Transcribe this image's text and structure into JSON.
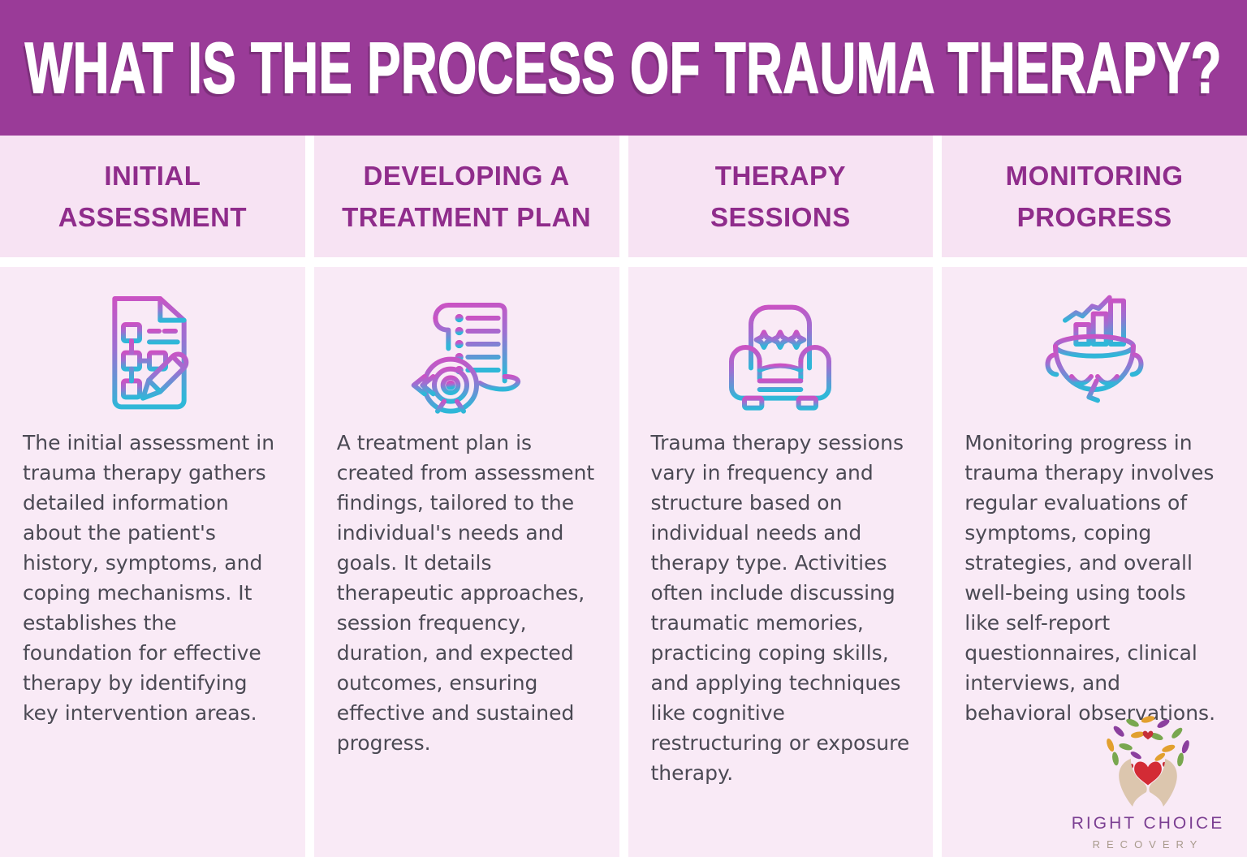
{
  "banner": {
    "title": "WHAT IS THE PROCESS OF TRAUMA THERAPY?",
    "bg_color": "#9a3b98",
    "text_color": "#ffffff"
  },
  "columns": [
    {
      "title": "INITIAL ASSESSMENT",
      "icon": "assessment-document-icon",
      "body": "The initial assessment in trauma therapy gathers detailed information about the patient's history, symptoms, and coping mechanisms. It establishes the foundation for effective therapy by identifying key intervention areas."
    },
    {
      "title": "DEVELOPING A TREATMENT PLAN",
      "icon": "treatment-plan-icon",
      "body": "A treatment plan is created from assessment findings, tailored to the individual's needs and goals. It details therapeutic approaches, session frequency, duration, and expected outcomes, ensuring effective and sustained progress."
    },
    {
      "title": "THERAPY SESSIONS",
      "icon": "therapy-armchair-icon",
      "body": "Trauma therapy sessions vary in frequency and structure based on individual needs and therapy type. Activities often include discussing traumatic memories, practicing coping skills, and applying techniques like cognitive restructuring or exposure therapy."
    },
    {
      "title": "MONITORING PROGRESS",
      "icon": "monitoring-progress-icon",
      "body": "Monitoring progress in trauma therapy involves regular evaluations of symptoms, coping strategies, and overall well-being using tools like self-report questionnaires, clinical interviews, and behavioral observations."
    }
  ],
  "logo": {
    "name": "RIGHT CHOICE",
    "subtitle": "RECOVERY"
  },
  "colors": {
    "banner_purple": "#9a3b98",
    "heading_purple": "#8f2c8b",
    "body_text": "#4b4a54",
    "header_cell_bg": "#f7e3f3",
    "body_cell_bg": "#f9eaf6",
    "separator": "#ffffff",
    "icon_gradient_top": "#cb52c3",
    "icon_gradient_mid": "#9e6fd2",
    "icon_gradient_bottom": "#2fb7d8",
    "logo_name_purple": "#7b3f92",
    "logo_subtitle_tan": "#a89a8c",
    "logo_heart_red": "#d32b35",
    "logo_hands_tan": "#dcc6ae"
  }
}
